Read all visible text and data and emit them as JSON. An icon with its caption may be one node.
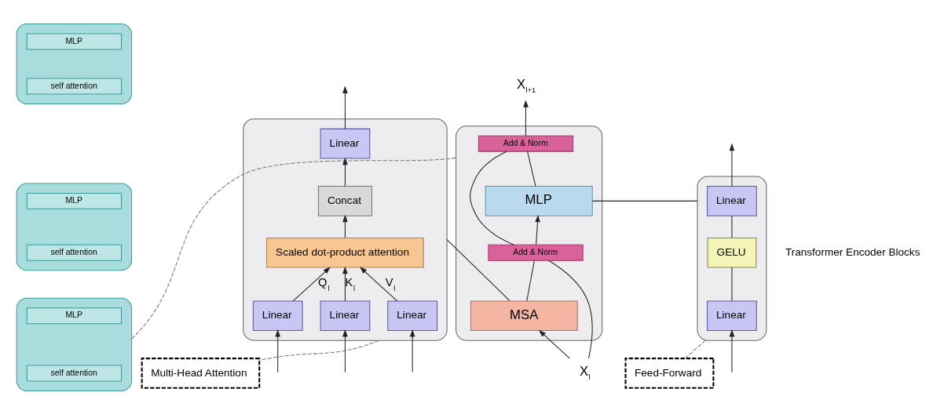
{
  "diagram": {
    "nodes": [
      {
        "text": [],
        "shape": "box"
      },
      {
        "text": [
          "MLP"
        ],
        "in": 0
      },
      {
        "text": [
          "self attention"
        ],
        "in": 0
      },
      {
        "text": [],
        "shape": "box"
      },
      {
        "text": [
          "MLP"
        ],
        "in": 3
      },
      {
        "text": [
          "self attention"
        ],
        "in": 3
      },
      {
        "text": [],
        "shape": "box"
      },
      {
        "text": [
          "MLP"
        ],
        "in": 6
      },
      {
        "text": [
          "self attention"
        ],
        "in": 6
      },
      {
        "text": [],
        "shape": "box"
      },
      {
        "text": [
          "Add & Norm"
        ],
        "in": 9
      },
      {
        "text": [
          "MLP"
        ],
        "in": 9
      },
      {
        "text": [
          "Add & Norm"
        ],
        "in": 9
      },
      {
        "text": [
          "MSA"
        ],
        "in": 9
      },
      {
        "text": [
          "X$_{l+1}$"
        ]
      },
      {
        "text": [
          "X$_{l}$"
        ]
      },
      {
        "text": [],
        "shape": "box"
      },
      {
        "text": [
          "Linear"
        ],
        "in": 16
      },
      {
        "text": [
          "GELU"
        ],
        "in": 16
      },
      {
        "text": [
          "Linear"
        ],
        "in": 16
      },
      {
        "text": [
          "Feed-Forward"
        ]
      },
      {
        "text": [],
        "shape": "box"
      },
      {
        "text": [
          "Linear"
        ],
        "in": 21
      },
      {
        "text": [
          "Concat"
        ],
        "in": 21
      },
      {
        "text": [
          "Scaled dot-product attention"
        ],
        "in": 21
      },
      {
        "text": [
          "Linear"
        ],
        "in": 21
      },
      {
        "text": [
          "Linear"
        ],
        "in": 21
      },
      {
        "text": [
          "Linear"
        ],
        "in": 21
      },
      {
        "text": [
          "Multi-Head Attention"
        ]
      }
    ],
    "edges": [
      {
        "from": 15,
        "to": 13,
        "arrow": "to"
      },
      {
        "from": 15,
        "to": 12,
        "arrow": "none"
      },
      {
        "from": 13,
        "to": 12,
        "arrow": "none"
      },
      {
        "from": 12,
        "to": 11,
        "arrow": "to"
      },
      {
        "from": 12,
        "to": 10,
        "arrow": "none"
      },
      {
        "from": 11,
        "to": 10,
        "arrow": "none"
      },
      {
        "from": 10,
        "to": 14,
        "arrow": "to"
      },
      {
        "from": 6,
        "to": 9,
        "arrow": "none",
        "style": "dashed"
      },
      {
        "from": 11,
        "to": 16,
        "arrow": "none"
      },
      {
        "from": 13,
        "to": 21,
        "arrow": "none"
      },
      {
        "from": null,
        "to": 19,
        "arrow": "to"
      },
      {
        "from": 19,
        "to": 18,
        "arrow": "none"
      },
      {
        "from": 18,
        "to": 17,
        "arrow": "none"
      },
      {
        "from": 17,
        "to": null,
        "arrow": "to"
      },
      {
        "from": 16,
        "to": 20,
        "arrow": "none",
        "style": "dashed"
      },
      {
        "from": null,
        "to": 25,
        "arrow": "to"
      },
      {
        "from": null,
        "to": 26,
        "arrow": "to"
      },
      {
        "from": null,
        "to": 27,
        "arrow": "to"
      },
      {
        "from": 25,
        "to": 24,
        "arrow": "to",
        "label": "Q$_{l}$"
      },
      {
        "from": 26,
        "to": 24,
        "arrow": "to",
        "label": "K$_{l}$"
      },
      {
        "from": 27,
        "to": 24,
        "arrow": "to",
        "label": "V$_{l}$"
      },
      {
        "from": 24,
        "to": 23,
        "arrow": "to"
      },
      {
        "from": 23,
        "to": 22,
        "arrow": "to"
      },
      {
        "from": 22,
        "to": null,
        "arrow": "to"
      },
      {
        "from": 21,
        "to": 28,
        "arrow": "none",
        "style": "dashed"
      }
    ],
    "labels": [
      "Transformer Encoder Blocks"
    ]
  }
}
